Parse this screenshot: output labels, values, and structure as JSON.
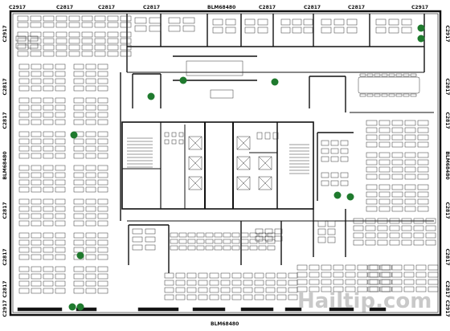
{
  "dimensions": {
    "top": [
      "C2917",
      "C2817",
      "C2817",
      "C2817",
      "BLM68480",
      "C2817",
      "C2817",
      "C2817",
      "C2917"
    ],
    "bottom": [
      "BLM68480"
    ],
    "left": [
      "C2917",
      "C2817",
      "C2817",
      "BLM68480",
      "C2817",
      "C2817",
      "C2817",
      "C2917"
    ],
    "right": [
      "C2917",
      "C2817",
      "C2817",
      "BLM68480",
      "C2817",
      "C2817",
      "C2817",
      "C2917"
    ]
  },
  "watermark": "Hailtip.com",
  "colors": {
    "wall": "#111111",
    "plant": "#1f7a2e",
    "line": "#333333"
  }
}
